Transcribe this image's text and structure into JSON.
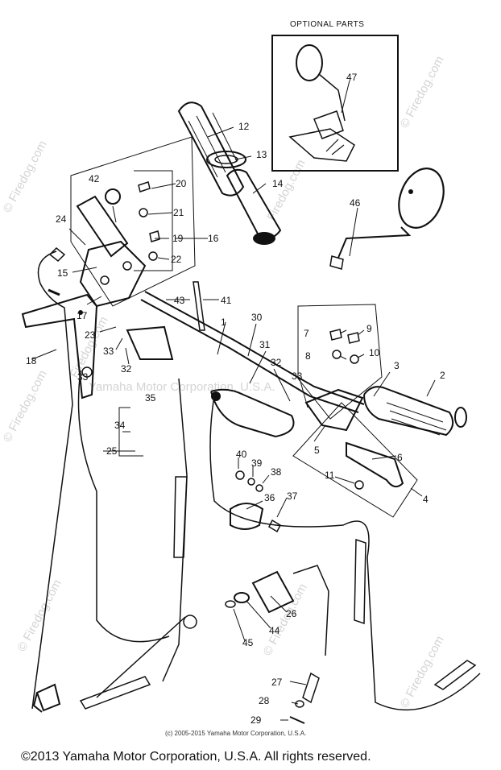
{
  "header": {
    "optional_parts": "OPTIONAL PARTS"
  },
  "watermark": {
    "site": "Firedog.com",
    "site_copy": "© Firedog.com",
    "center": "Yamaha Motor Corporation, U.S.A."
  },
  "footer": {
    "image_credit": "(c) 2005-2015 Yamaha Motor Corporation, U.S.A.",
    "copyright": "©2013 Yamaha Motor Corporation, U.S.A. All rights reserved."
  },
  "callouts": {
    "c1": "1",
    "c2": "2",
    "c3": "3",
    "c4": "4",
    "c5": "5",
    "c6": "6",
    "c7": "7",
    "c8": "8",
    "c9": "9",
    "c10": "10",
    "c11": "11",
    "c12": "12",
    "c13": "13",
    "c14": "14",
    "c15": "15",
    "c16": "16",
    "c17": "17",
    "c18": "18",
    "c19": "19",
    "c20": "20",
    "c21": "21",
    "c22": "22",
    "c23": "23",
    "c24": "24",
    "c25": "25",
    "c26": "26",
    "c27": "27",
    "c28": "28",
    "c29": "29",
    "c30": "30",
    "c31": "31",
    "c32": "32",
    "c33": "33",
    "c34": "34",
    "c35": "35",
    "c36": "36",
    "c37": "37",
    "c38": "38",
    "c39": "39",
    "c40": "40",
    "c41": "41",
    "c42": "42",
    "c43": "43",
    "c44": "44",
    "c45": "45",
    "c46": "46",
    "c47": "47"
  }
}
